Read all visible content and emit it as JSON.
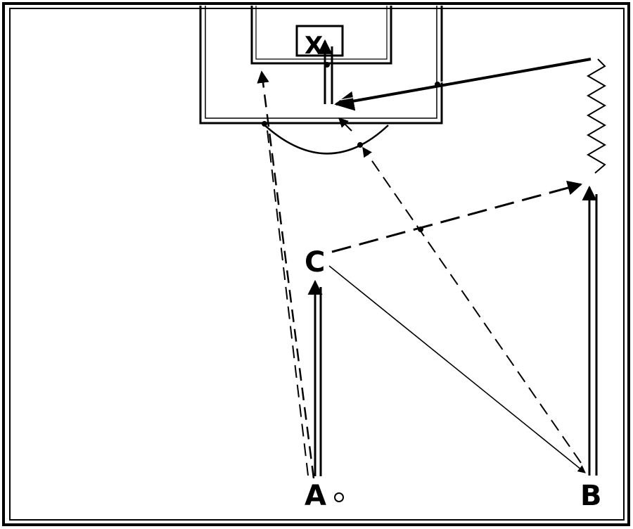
{
  "diagram": {
    "labels": {
      "basket": "X",
      "player_a": "A",
      "player_b": "B",
      "player_c": "C"
    },
    "colors": {
      "ink": "#000000",
      "background": "#ffffff"
    }
  }
}
